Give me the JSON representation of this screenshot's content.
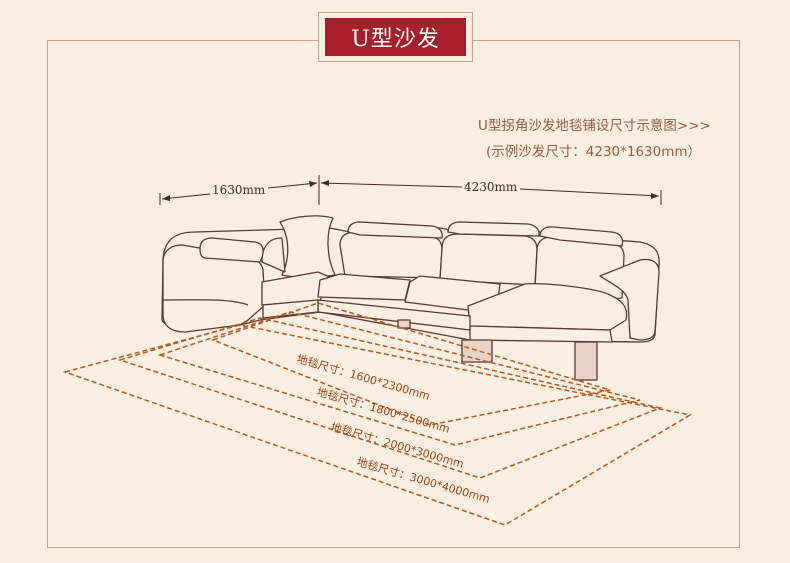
{
  "title": "U型沙发",
  "note_line1": "U型拐角沙发地毯铺设尺寸示意图>>>",
  "note_line2": "(示例沙发尺寸：4230*1630mm）",
  "dims": {
    "left_width": "1630mm",
    "right_width": "4230mm"
  },
  "rugs": [
    {
      "label": "地毯尺寸：1600*2300mm"
    },
    {
      "label": "地毯尺寸：1800*2500mm"
    },
    {
      "label": "地毯尺寸：2000*3000mm"
    },
    {
      "label": "地毯尺寸：3000*4000mm"
    }
  ],
  "colors": {
    "accent": "#a5202a",
    "rug_line": "#b85a18",
    "sofa_line": "#5a3a30"
  }
}
